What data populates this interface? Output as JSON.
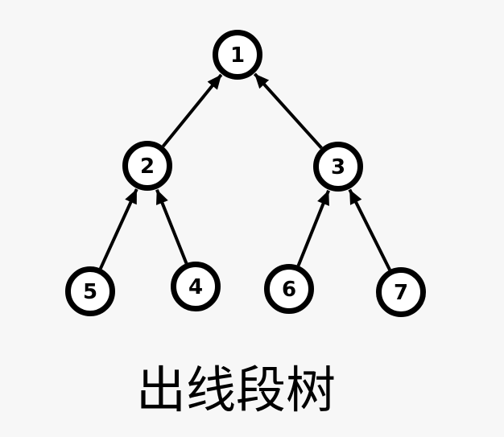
{
  "background_color": "#f7f7f7",
  "diagram": {
    "type": "tree",
    "node_fill": "#ffffff",
    "node_border_color": "#000000",
    "edge_color": "#000000",
    "label_color": "#000000",
    "arrow_direction": "child-to-parent",
    "nodes": [
      {
        "id": "1",
        "label": "1"
      },
      {
        "id": "2",
        "label": "2"
      },
      {
        "id": "3",
        "label": "3"
      },
      {
        "id": "4",
        "label": "4"
      },
      {
        "id": "5",
        "label": "5"
      },
      {
        "id": "6",
        "label": "6"
      },
      {
        "id": "7",
        "label": "7"
      }
    ],
    "edges": [
      {
        "from": "2",
        "to": "1"
      },
      {
        "from": "3",
        "to": "1"
      },
      {
        "from": "5",
        "to": "2"
      },
      {
        "from": "4",
        "to": "2"
      },
      {
        "from": "6",
        "to": "3"
      },
      {
        "from": "7",
        "to": "3"
      }
    ]
  },
  "caption": {
    "text": "出线段树",
    "color": "#000000"
  }
}
